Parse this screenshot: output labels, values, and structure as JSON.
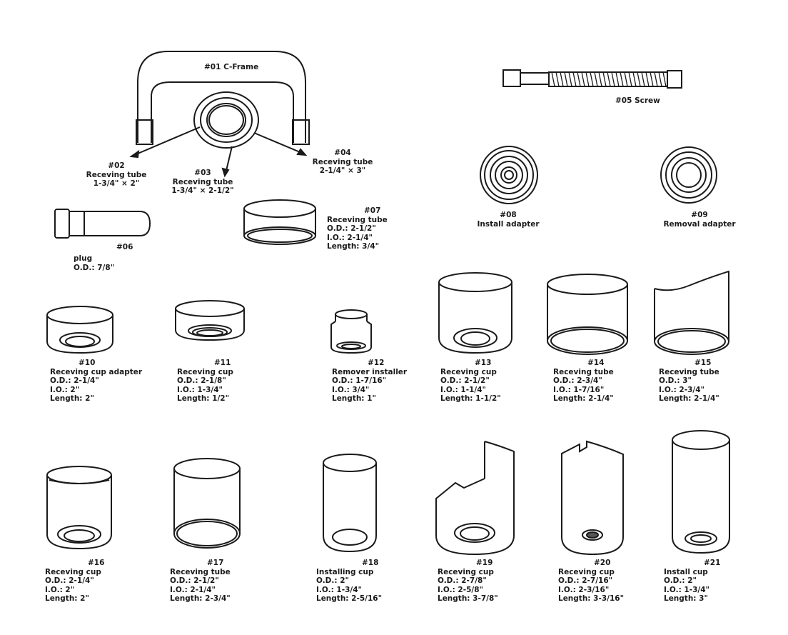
{
  "parts": {
    "p01": {
      "num": "#01",
      "name": "C-Frame"
    },
    "p02": {
      "num": "#02",
      "name": "Receving tube",
      "dim": "1-3/4\" × 2\""
    },
    "p03": {
      "num": "#03",
      "name": "Receving tube",
      "dim": "1-3/4\" × 2-1/2\""
    },
    "p04": {
      "num": "#04",
      "name": "Receving tube",
      "dim": "2-1/4\" × 3\""
    },
    "p05": {
      "num": "#05",
      "name": "Screw"
    },
    "p06": {
      "num": "#06",
      "name": "plug",
      "od": "O.D.: 7/8\""
    },
    "p07": {
      "num": "#07",
      "name": "Receving tube",
      "od": "O.D.: 2-1/2\"",
      "id": "I.O.: 2-1/4\"",
      "len": "Length: 3/4\""
    },
    "p08": {
      "num": "#08",
      "name": "Install adapter"
    },
    "p09": {
      "num": "#09",
      "name": "Removal adapter"
    },
    "p10": {
      "num": "#10",
      "name": "Receving cup adapter",
      "od": "O.D.: 2-1/4\"",
      "id": "I.O.: 2\"",
      "len": "Length: 2\""
    },
    "p11": {
      "num": "#11",
      "name": "Receving cup",
      "od": "O.D.: 2-1/8\"",
      "id": "I.O.: 1-3/4\"",
      "len": "Length: 1/2\""
    },
    "p12": {
      "num": "#12",
      "name": "Remover installer",
      "od": "O.D.: 1-7/16\"",
      "id": "I.O.: 3/4\"",
      "len": "Length: 1\""
    },
    "p13": {
      "num": "#13",
      "name": "Receving cup",
      "od": "O.D.: 2-1/2\"",
      "id": "I.O.: 1-1/4\"",
      "len": "Length: 1-1/2\""
    },
    "p14": {
      "num": "#14",
      "name": "Receving tube",
      "od": "O.D.: 2-3/4\"",
      "id": "I.O.: 1-7/16\"",
      "len": "Length: 2-1/4\""
    },
    "p15": {
      "num": "#15",
      "name": "Receving tube",
      "od": "O.D.: 3\"",
      "id": "I.O.: 2-3/4\"",
      "len": "Length: 2-1/4\""
    },
    "p16": {
      "num": "#16",
      "name": "Receving cup",
      "od": "O.D.: 2-1/4\"",
      "id": "I.O.: 2\"",
      "len": "Length: 2\""
    },
    "p17": {
      "num": "#17",
      "name": "Receving tube",
      "od": "O.D.: 2-1/2\"",
      "id": "I.O.: 2-1/4\"",
      "len": "Length: 2-3/4\""
    },
    "p18": {
      "num": "#18",
      "name": "Installing cup",
      "od": "O.D.: 2\"",
      "id": "I.O.: 1-3/4\"",
      "len": "Length: 2-5/16\""
    },
    "p19": {
      "num": "#19",
      "name": "Receving cup",
      "od": "O.D.: 2-7/8\"",
      "id": "I.O.: 2-5/8\"",
      "len": "Length: 3-7/8\""
    },
    "p20": {
      "num": "#20",
      "name": "Receving cup",
      "od": "O.D.: 2-7/16\"",
      "id": "I.O.: 2-3/16\"",
      "len": "Length: 3-3/16\""
    },
    "p21": {
      "num": "#21",
      "name": "Install cup",
      "od": "O.D.: 2\"",
      "id": "I.O.: 1-3/4\"",
      "len": "Length: 3\""
    }
  }
}
